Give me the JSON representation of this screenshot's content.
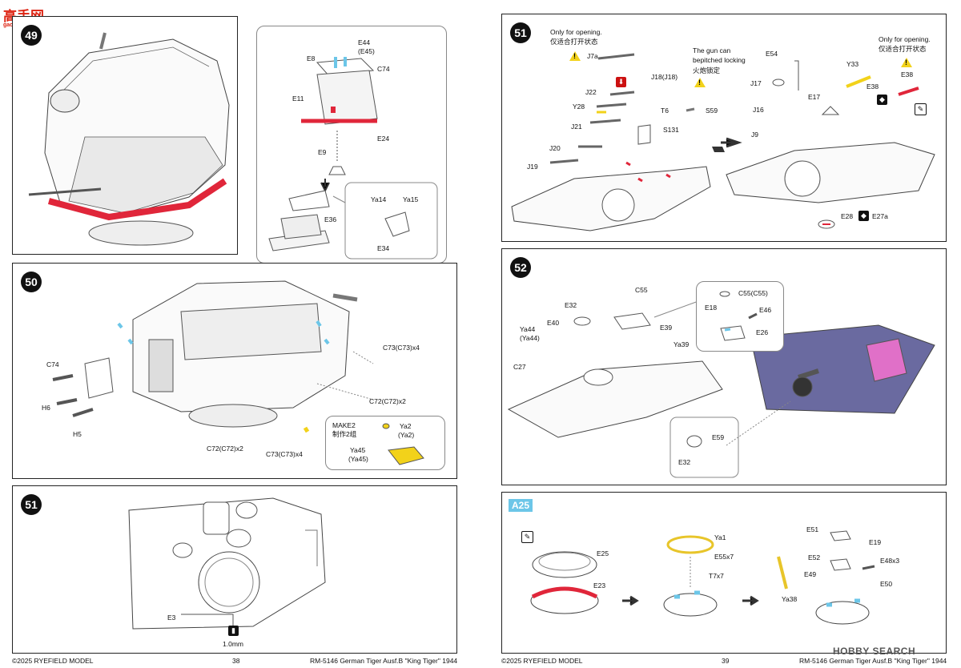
{
  "watermark_left": {
    "brand": "高手网",
    "url": "gao.shou.com"
  },
  "watermark_right": "HOBBY SEARCH",
  "page_left": {
    "step49": {
      "number": "49",
      "parts": [
        "E44",
        "(E45)",
        "E8",
        "C74",
        "E11",
        "E24",
        "E9",
        "Ya14",
        "Ya15",
        "E36",
        "E34"
      ]
    },
    "step50": {
      "number": "50",
      "parts": [
        "C73(C73)x4",
        "C74",
        "C72(C72)x2",
        "H6",
        "H5",
        "C72(C72)x2",
        "C73(C73)x4"
      ],
      "make_note": {
        "line1": "MAKE2",
        "line2": "制作2组"
      },
      "inset_parts": [
        "Ya2",
        "(Ya2)",
        "Ya45",
        "(Ya45)"
      ]
    },
    "step51": {
      "number": "51",
      "parts": [
        "E3"
      ],
      "drill": "1.0mm"
    },
    "footer": {
      "copyright": "©2025 RYEFIELD MODEL",
      "page": "38",
      "title": "RM-5146 German Tiger Ausf.B \"King Tiger\" 1944"
    }
  },
  "page_right": {
    "step51": {
      "number": "51",
      "note_opening_1": {
        "en": "Only for opening.",
        "cn": "仅适合打开状态"
      },
      "note_gun": {
        "l1": "The gun can",
        "l2": "bepitched locking",
        "l3": "火炮锁定"
      },
      "note_opening_2": {
        "en": "Only for opening.",
        "cn": "仅适合打开状态"
      },
      "parts_left": [
        "J7a",
        "J18(J18)",
        "J22",
        "Y28",
        "T6",
        "J21",
        "S131",
        "S59",
        "J20",
        "J19"
      ],
      "parts_right": [
        "E54",
        "Y33",
        "J17",
        "E38",
        "J16",
        "E17",
        "E38",
        "J9",
        "E28",
        "E27a"
      ]
    },
    "step52": {
      "number": "52",
      "parts": [
        "C55",
        "E32",
        "E40",
        "Ya44",
        "(Ya44)",
        "E39",
        "Ya39",
        "C27",
        "E59",
        "E32"
      ],
      "inset_parts": [
        "E18",
        "C55(C55)",
        "E46",
        "E26"
      ]
    },
    "stepA25": {
      "label": "A25",
      "parts": [
        "E25",
        "E23",
        "Ya1",
        "E55x7",
        "T7x7",
        "E51",
        "E19",
        "E52",
        "E48x3",
        "E49",
        "Ya38",
        "E50"
      ]
    },
    "footer": {
      "copyright": "©2025 RYEFIELD MODEL",
      "page": "39",
      "title": "RM-5146 German Tiger Ausf.B \"King Tiger\" 1944"
    }
  },
  "colors": {
    "accent_red": "#e0263a",
    "warning_yellow": "#f2d21a",
    "badge_cyan": "#6cc6e8",
    "highlight_pink": "#e070c8",
    "hull_purple": "#6a6aa0"
  }
}
